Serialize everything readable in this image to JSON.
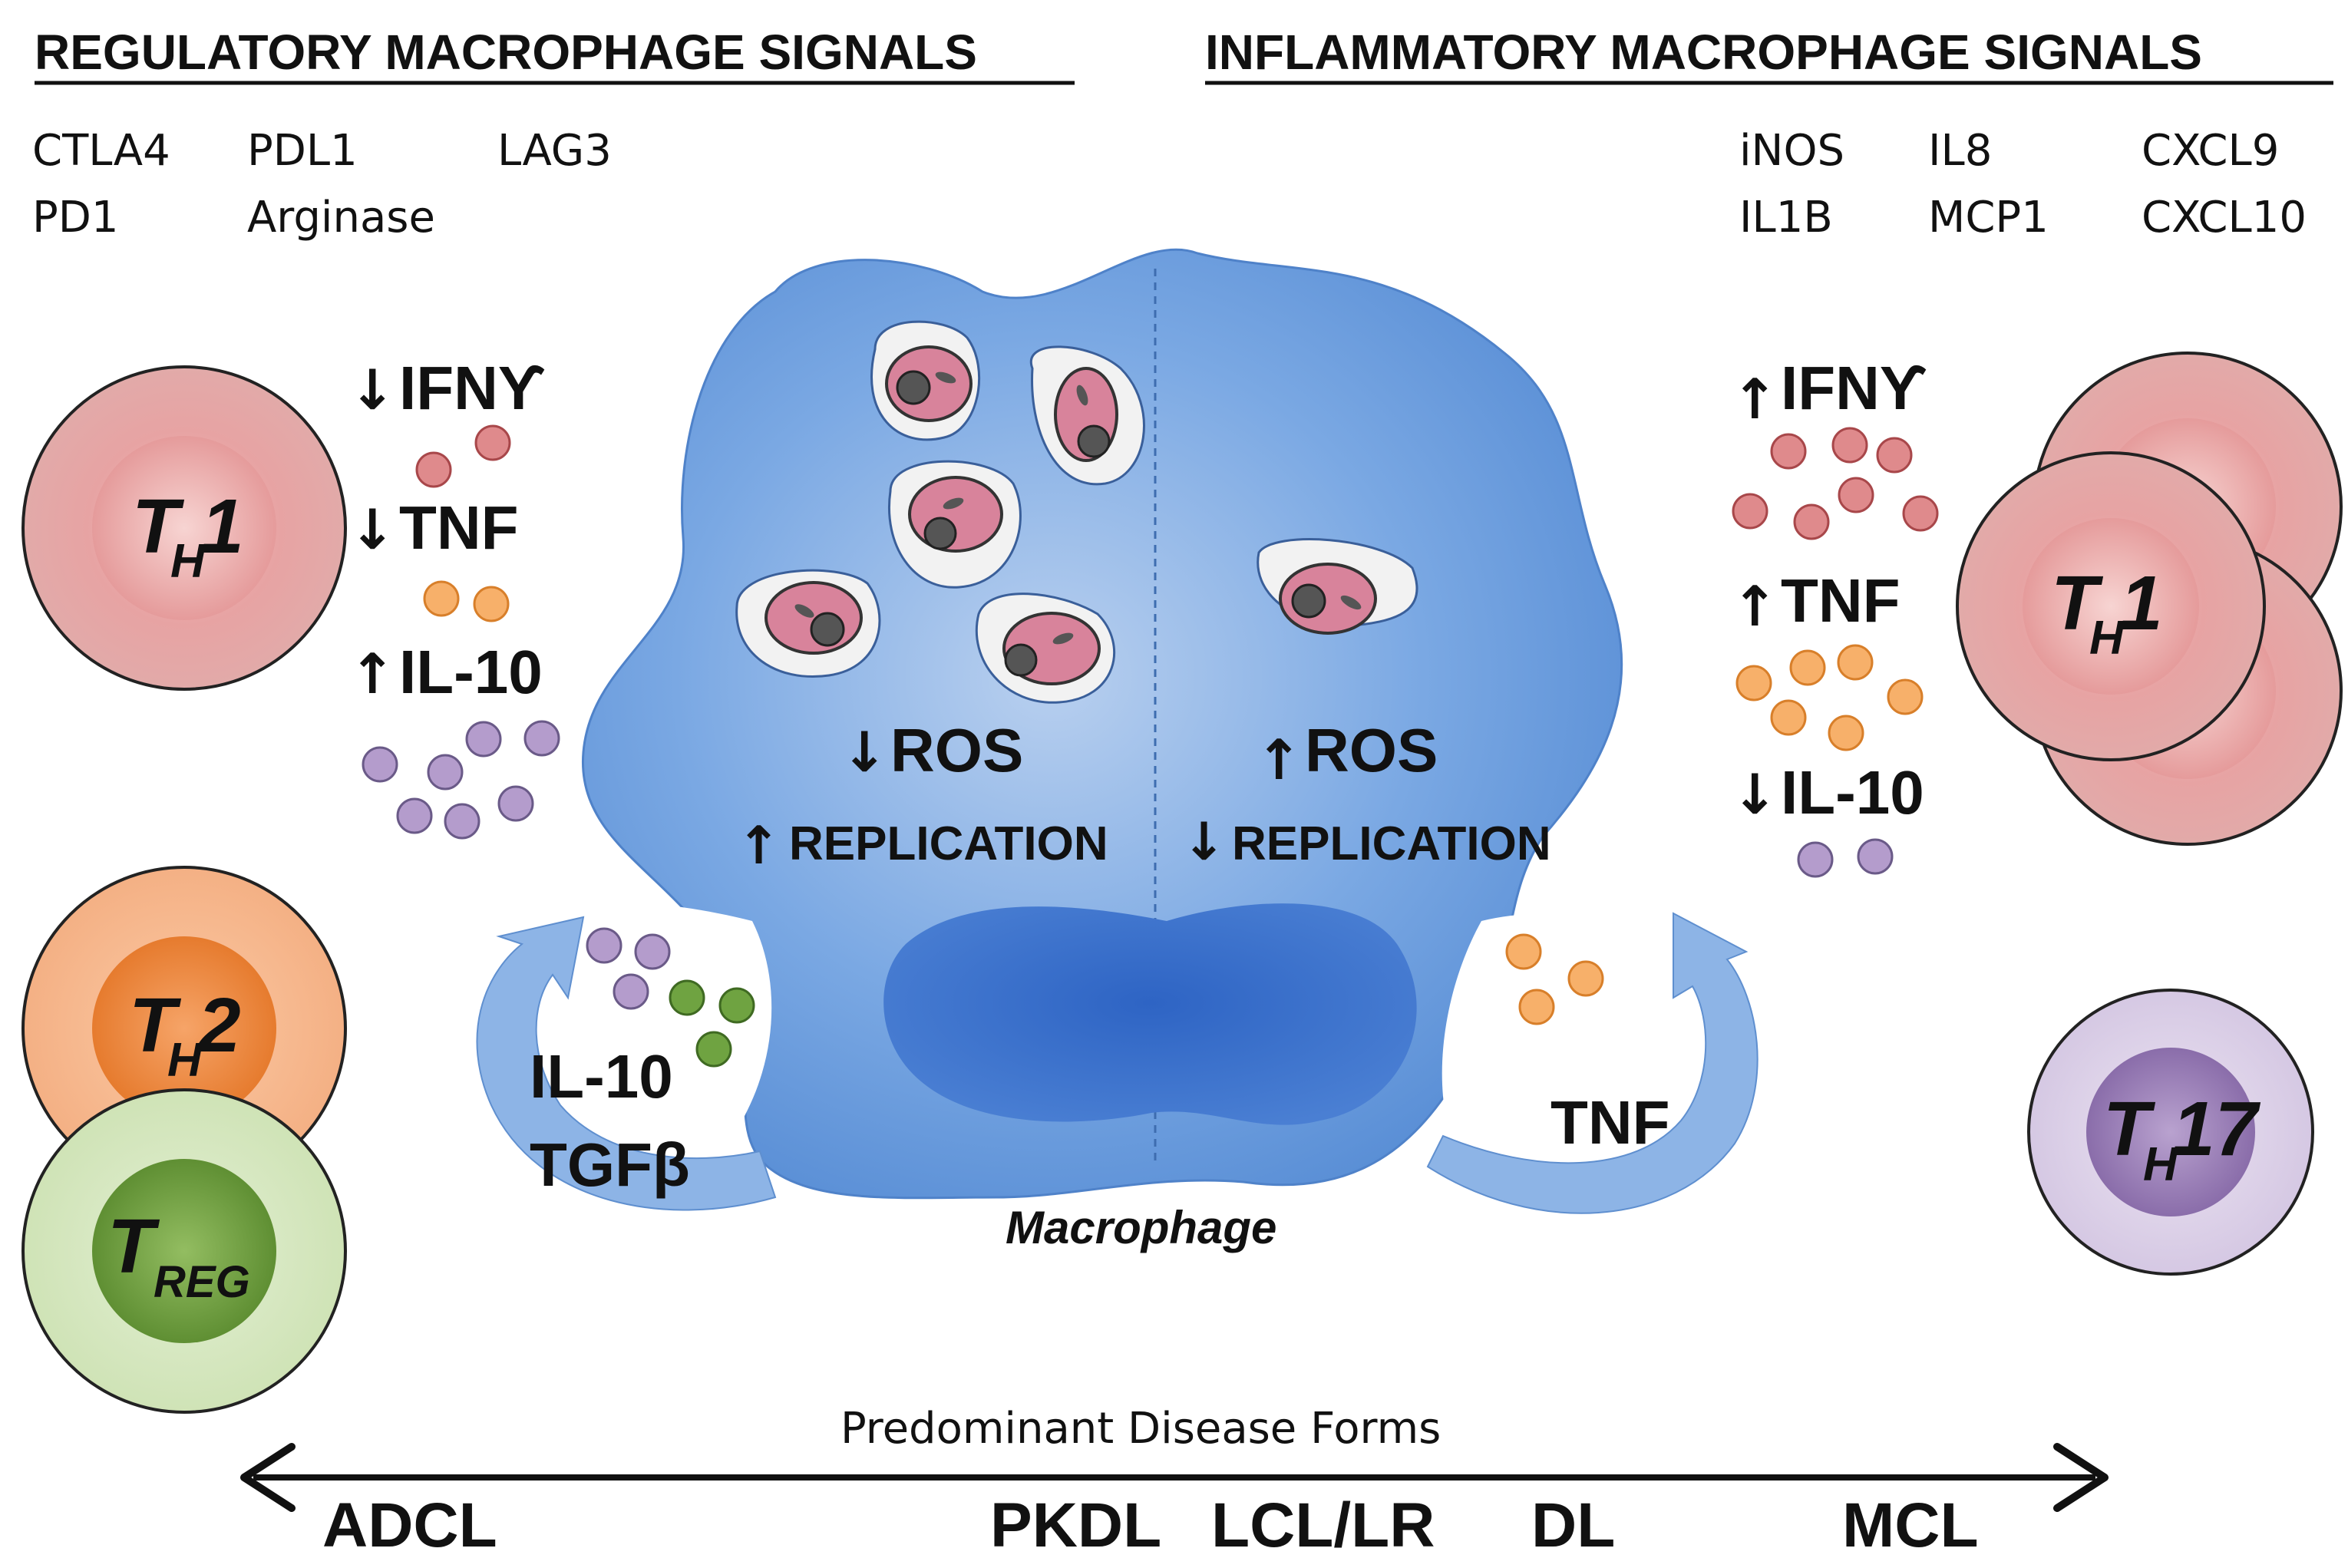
{
  "headers": {
    "left": "REGULATORY MACROPHAGE SIGNALS",
    "right": "INFLAMMATORY MACROPHAGE SIGNALS"
  },
  "regulatory_signals": [
    "CTLA4",
    "PDL1",
    "LAG3",
    "PD1",
    "Arginase"
  ],
  "inflammatory_signals": [
    "iNOS",
    "IL8",
    "CXCL9",
    "IL1B",
    "MCP1",
    "CXCL10"
  ],
  "left_cytokines": {
    "ifng": "IFNϒ",
    "tnf": "TNF",
    "il10": "IL-10"
  },
  "right_cytokines": {
    "ifng": "IFNϒ",
    "tnf": "TNF",
    "il10": "IL-10"
  },
  "macrophage": {
    "label": "Macrophage",
    "left_ros": "ROS",
    "left_replication": "REPLICATION",
    "right_ros": "ROS",
    "right_replication": "REPLICATION"
  },
  "secreted": {
    "left_line1": "IL-10",
    "left_line2": "TGFβ",
    "right": "TNF"
  },
  "cells": {
    "th1_left": {
      "main": "T",
      "sub": "H",
      "num": "1"
    },
    "th2": {
      "main": "T",
      "sub": "H",
      "num": "2"
    },
    "treg": {
      "main": "T",
      "sub": "REG",
      "num": ""
    },
    "th1_right": {
      "main": "T",
      "sub": "H",
      "num": "1"
    },
    "th17": {
      "main": "T",
      "sub": "H",
      "num": "17"
    }
  },
  "axis": {
    "title": "Predominant Disease Forms",
    "forms": [
      "ADCL",
      "PKDL",
      "LCL/LR",
      "DL",
      "MCL"
    ]
  },
  "colors": {
    "macrophage": "#6a9fe0",
    "nucleus": "#3a6fc9",
    "th1": "#e8a0a0",
    "th2": "#f2a36b",
    "treg": "#8cb860",
    "th17": "#b9a6cf",
    "ifng_dot": "#df8a8c",
    "tnf_dot": "#f7b06a",
    "il10_dot": "#b49ccc",
    "tgfb_dot": "#6fa341"
  }
}
